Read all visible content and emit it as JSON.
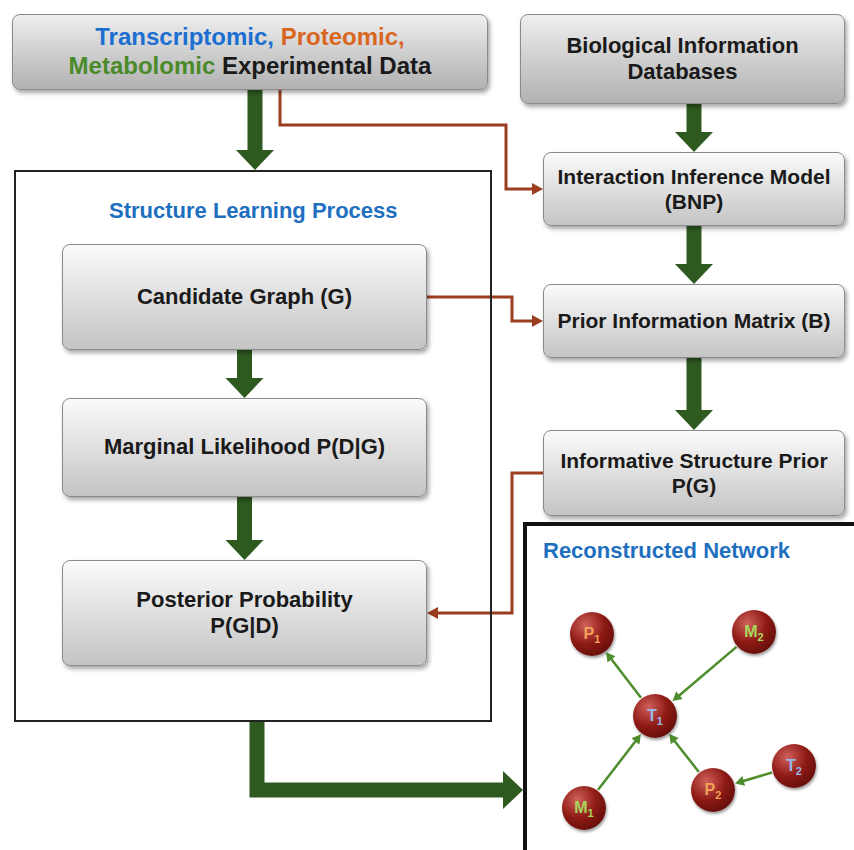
{
  "diagram": {
    "nodes": [
      {
        "text": [
          "Transcriptomic, Proteomic, Metabolomic Experimental Data"
        ]
      },
      {
        "text": [
          "Biological Information Databases"
        ]
      },
      {
        "text": [
          "Structure Learning Process"
        ]
      },
      {
        "text": [
          "Candidate Graph (G)"
        ],
        "in": 2
      },
      {
        "text": [
          "Marginal Likelihood P(D|G)"
        ],
        "in": 2
      },
      {
        "text": [
          "Posterior Probability P(G|D)"
        ],
        "in": 2
      },
      {
        "text": [
          "Interaction Inference Model (BNP)"
        ]
      },
      {
        "text": [
          "Prior Information Matrix (B)"
        ]
      },
      {
        "text": [
          "Informative Structure Prior P(G)"
        ]
      },
      {
        "text": [
          "Reconstructed Network"
        ]
      },
      {
        "text": [
          "P1"
        ],
        "in": 9
      },
      {
        "text": [
          "M2"
        ],
        "in": 9
      },
      {
        "text": [
          "T1"
        ],
        "in": 9
      },
      {
        "text": [
          "M1"
        ],
        "in": 9
      },
      {
        "text": [
          "P2"
        ],
        "in": 9
      },
      {
        "text": [
          "T2"
        ],
        "in": 9
      }
    ],
    "edges": [
      {
        "from": 0,
        "to": 2,
        "arrow": "to"
      },
      {
        "from": 0,
        "to": 6,
        "arrow": "to"
      },
      {
        "from": 1,
        "to": 6,
        "arrow": "to"
      },
      {
        "from": 6,
        "to": 7,
        "arrow": "to"
      },
      {
        "from": 3,
        "to": 7,
        "arrow": "to"
      },
      {
        "from": 7,
        "to": 8,
        "arrow": "to"
      },
      {
        "from": 8,
        "to": 5,
        "arrow": "to"
      },
      {
        "from": 3,
        "to": 4,
        "arrow": "to"
      },
      {
        "from": 4,
        "to": 5,
        "arrow": "to"
      },
      {
        "from": 2,
        "to": 9,
        "arrow": "to"
      },
      {
        "from": 12,
        "to": 10,
        "arrow": "to"
      },
      {
        "from": 11,
        "to": 12,
        "arrow": "to"
      },
      {
        "from": 13,
        "to": 12,
        "arrow": "to"
      },
      {
        "from": 14,
        "to": 12,
        "arrow": "to"
      },
      {
        "from": 15,
        "to": 14,
        "arrow": "to"
      }
    ]
  }
}
